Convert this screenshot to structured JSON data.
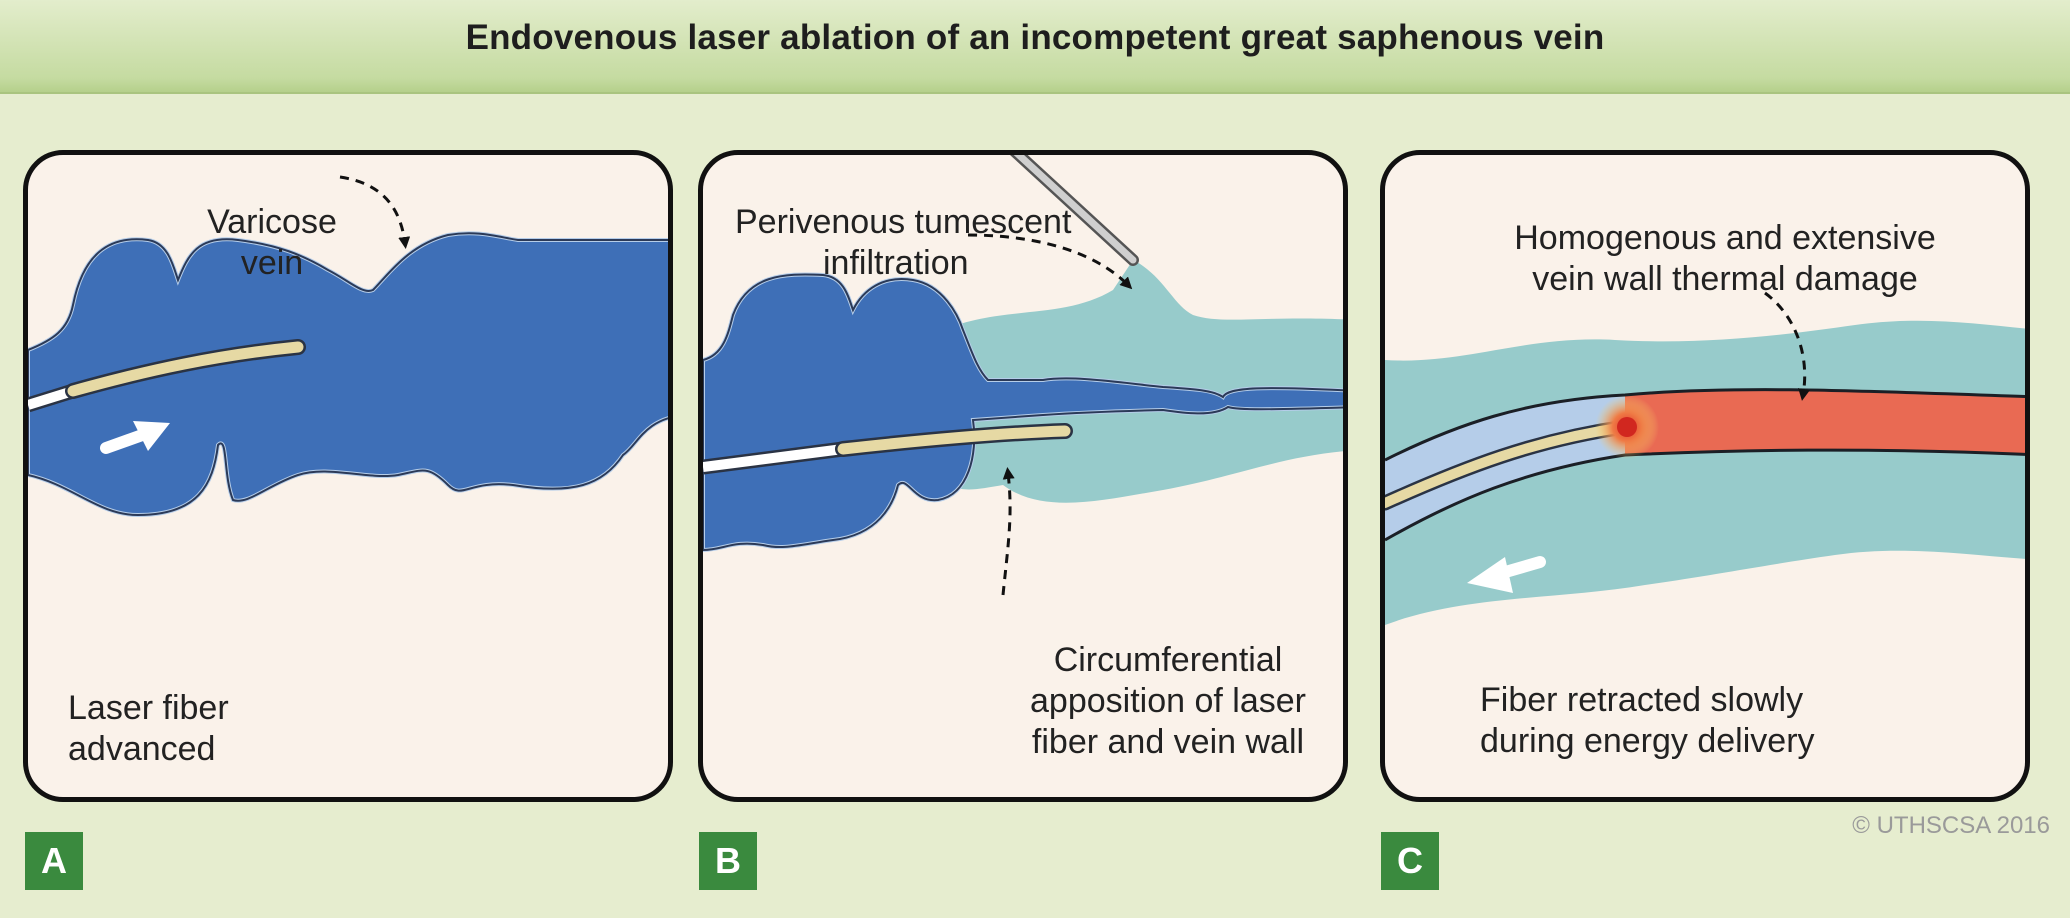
{
  "title": "Endovenous laser ablation of an incompetent great saphenous vein",
  "panels": {
    "a": {
      "badge": "A",
      "vein_label_1": "Varicose",
      "vein_label_2": "vein",
      "fiber_label_1": "Laser fiber",
      "fiber_label_2": "advanced"
    },
    "b": {
      "badge": "B",
      "infiltration_label_1": "Perivenous tumescent",
      "infiltration_label_2": "infiltration",
      "apposition_label_1": "Circumferential",
      "apposition_label_2": "apposition of laser",
      "apposition_label_3": "fiber and vein wall"
    },
    "c": {
      "badge": "C",
      "damage_label_1": "Homogenous and extensive",
      "damage_label_2": "vein wall thermal damage",
      "retract_label_1": "Fiber retracted slowly",
      "retract_label_2": "during energy delivery"
    }
  },
  "copyright": "© UTHSCSA 2016",
  "colors": {
    "vein_blood": "#3e6fb7",
    "vein_wall": "#b5cde9",
    "tumescent": "#97cbcb",
    "fiber": "#e6d9a4",
    "ablated_vein": "#e96a53",
    "badge": "#3a8a3e",
    "panel_bg": "#faf2ea",
    "page_bg": "#e6edcf"
  }
}
